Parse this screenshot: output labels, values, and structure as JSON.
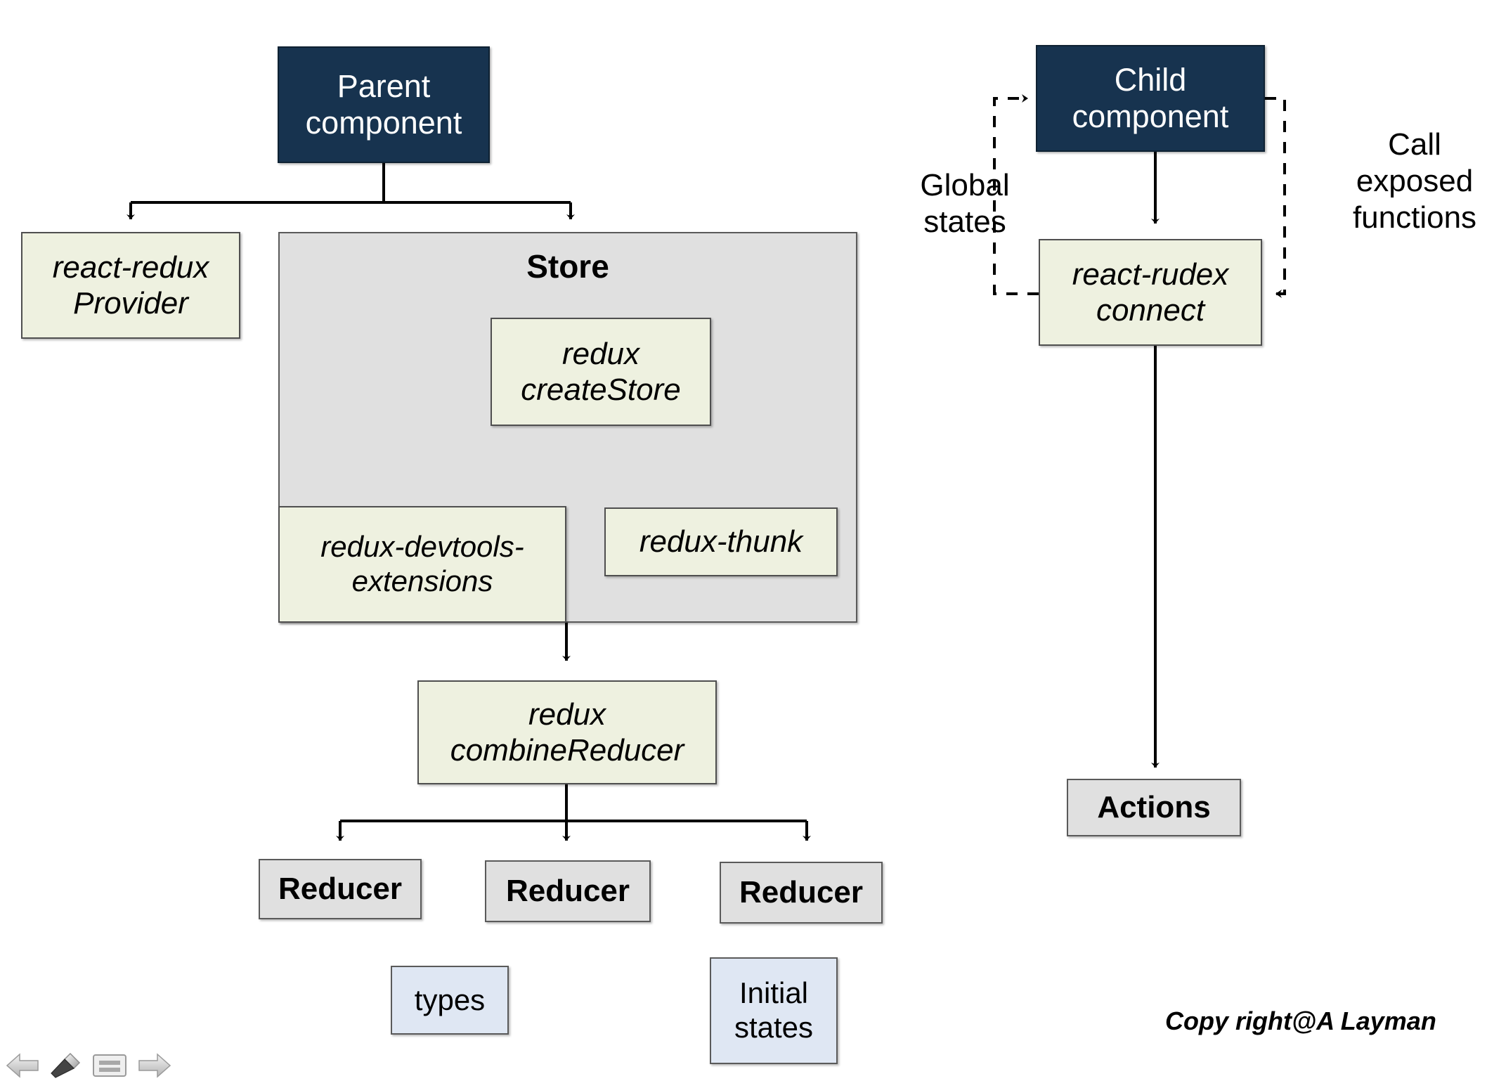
{
  "diagram": {
    "nodes": {
      "parent_component": "Parent\ncomponent",
      "react_redux_provider": "react-redux\nProvider",
      "store_title": "Store",
      "redux_create_store": "redux\ncreateStore",
      "redux_devtools_extensions": "redux-devtools-\nextensions",
      "redux_thunk": "redux-thunk",
      "redux_combine_reducer": "redux\ncombineReducer",
      "reducer_1": "Reducer",
      "reducer_2": "Reducer",
      "reducer_3": "Reducer",
      "types": "types",
      "initial_states": "Initial\nstates",
      "child_component": "Child\ncomponent",
      "react_rudex_connect": "react-rudex\nconnect",
      "actions": "Actions"
    },
    "edge_labels": {
      "global_states": "Global\nstates",
      "call_exposed_functions": "Call\nexposed\nfunctions"
    },
    "footer": {
      "copyright": "Copy right@A Layman"
    },
    "colors": {
      "component_fill": "#17334f",
      "component_text": "#ffffff",
      "library_fill": "#eef1e0",
      "grey_fill": "#e0e0e0",
      "blue_fill": "#dfe7f3",
      "border": "#5a5a5a",
      "edge": "#000000",
      "background": "#ffffff"
    }
  },
  "toolbar": {
    "items": [
      {
        "icon": "back-arrow-icon",
        "label": "Back"
      },
      {
        "icon": "pen-icon",
        "label": "Pen"
      },
      {
        "icon": "menu-icon",
        "label": "Menu"
      },
      {
        "icon": "forward-arrow-icon",
        "label": "Forward"
      }
    ]
  }
}
